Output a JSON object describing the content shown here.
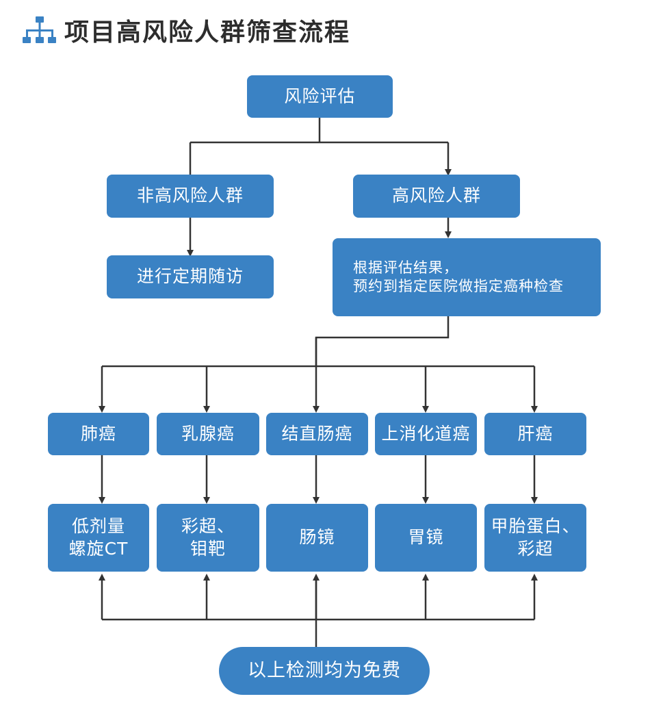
{
  "title": {
    "text": "项目高风险人群筛查流程",
    "icon": "org-chart-icon"
  },
  "colors": {
    "box": "#3a82c4",
    "line": "#333333",
    "title": "#2d2d2d"
  },
  "nodes": {
    "risk_assessment": "风险评估",
    "non_high_risk": "非高风险人群",
    "high_risk": "高风险人群",
    "regular_followup": "进行定期随访",
    "appointment": {
      "line1": "根据评估结果，",
      "line2": "预约到指定医院做指定癌种检查"
    }
  },
  "cancers": [
    {
      "name": "肺癌",
      "exam": [
        "低剂量",
        "螺旋CT"
      ]
    },
    {
      "name": "乳腺癌",
      "exam": [
        "彩超、",
        "钼靶"
      ]
    },
    {
      "name": "结直肠癌",
      "exam": [
        "肠镜"
      ]
    },
    {
      "name": "上消化道癌",
      "exam": [
        "胃镜"
      ]
    },
    {
      "name": "肝癌",
      "exam": [
        "甲胎蛋白、",
        "彩超"
      ]
    }
  ],
  "footer": "以上检测均为免费"
}
